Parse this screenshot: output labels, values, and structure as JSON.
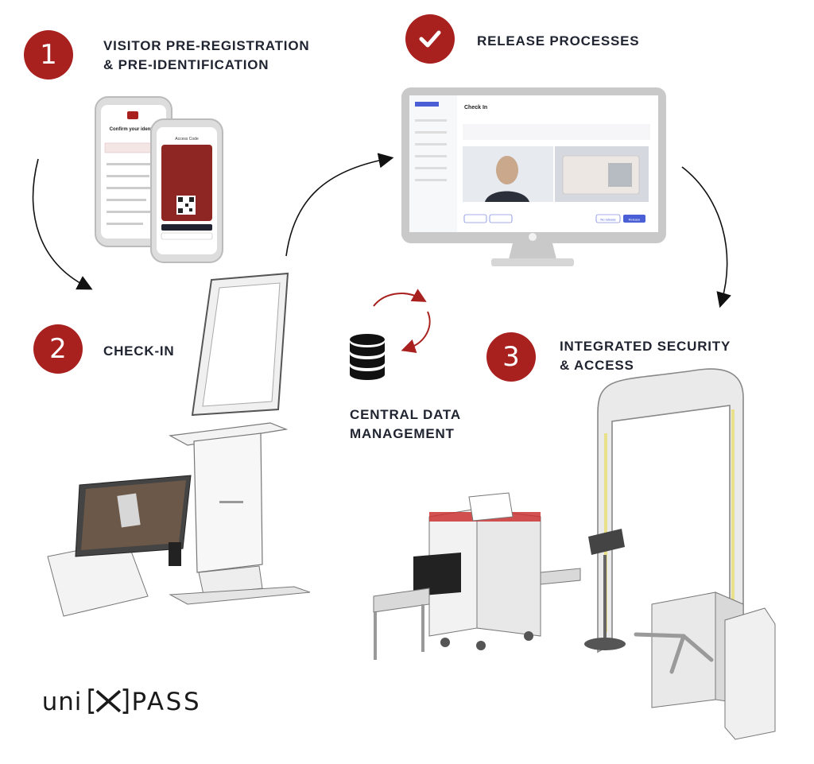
{
  "steps": [
    {
      "number": "1",
      "title": "VISITOR PRE-REGISTRATION\n& PRE-IDENTIFICATION"
    },
    {
      "number": "2",
      "title": "CHECK-IN"
    },
    {
      "number": "3",
      "title": "INTEGRATED SECURITY\n& ACCESS"
    }
  ],
  "release": {
    "title": "RELEASE PROCESSES"
  },
  "central": {
    "title": "CENTRAL DATA\nMANAGEMENT"
  },
  "logo": {
    "text": "uni[X]PASS"
  },
  "monitor_screen": {
    "app_title": "Check In",
    "buttons": [
      "No release",
      "Release"
    ]
  },
  "phone": {
    "heading": "Confirm your identity",
    "access_code_label": "Access Code"
  },
  "colors": {
    "brand_red": "#a8211f",
    "text_dark": "#1f2430",
    "accent_blue": "#4a5fd6"
  }
}
